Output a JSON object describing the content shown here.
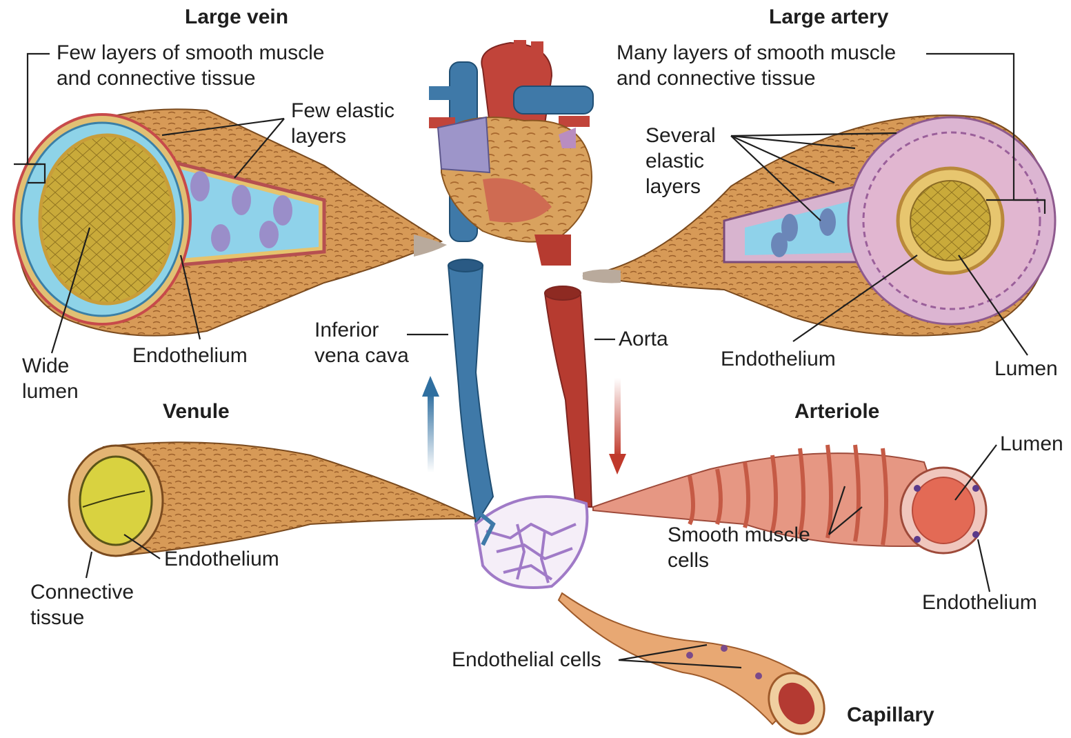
{
  "titles": {
    "large_vein": "Large vein",
    "large_artery": "Large artery",
    "venule": "Venule",
    "arteriole": "Arteriole",
    "capillary": "Capillary"
  },
  "labels": {
    "vein_layers": "Few layers of smooth muscle\nand connective tissue",
    "vein_elastic": "Few elastic\nlayers",
    "vein_lumen": "Wide\nlumen",
    "vein_endothelium": "Endothelium",
    "ivc": "Inferior\nvena cava",
    "aorta": "Aorta",
    "artery_layers": "Many layers of smooth muscle\nand connective tissue",
    "artery_elastic": "Several\nelastic\nlayers",
    "artery_endothelium": "Endothelium",
    "artery_lumen": "Lumen",
    "venule_endothelium": "Endothelium",
    "venule_connective": "Connective\ntissue",
    "arteriole_lumen": "Lumen",
    "arteriole_smooth_muscle": "Smooth muscle\ncells",
    "arteriole_endothelium": "Endothelium",
    "capillary_endothelial": "Endothelial cells"
  },
  "colors": {
    "vein_blue": "#3f79a8",
    "artery_red": "#b9382f",
    "tissue_tan": "#d49a55",
    "lumen_yellow": "#c7a834",
    "elastic_blue": "#8ed3e8",
    "capillary_purple": "#a07ac7"
  },
  "icons": {
    "heart": "heart-illustration",
    "up_arrow": "blood-flow-up-arrow",
    "down_arrow": "blood-flow-down-arrow"
  }
}
